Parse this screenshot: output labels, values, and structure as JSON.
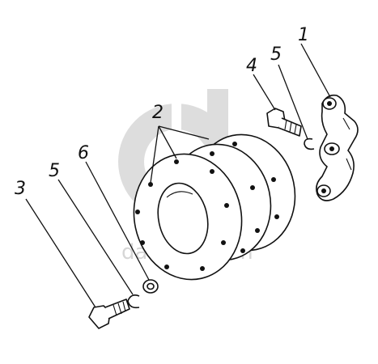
{
  "diagram": {
    "callouts": [
      {
        "id": "c1",
        "label": "1"
      },
      {
        "id": "c2",
        "label": "2"
      },
      {
        "id": "c3",
        "label": "3"
      },
      {
        "id": "c4",
        "label": "4"
      },
      {
        "id": "c5a",
        "label": "5"
      },
      {
        "id": "c5b",
        "label": "5"
      },
      {
        "id": "c6",
        "label": "6"
      }
    ],
    "watermark": {
      "text": "data-ex.com",
      "color": "#d9d9d9"
    },
    "colors": {
      "ink": "#111111",
      "paper": "#ffffff"
    }
  }
}
